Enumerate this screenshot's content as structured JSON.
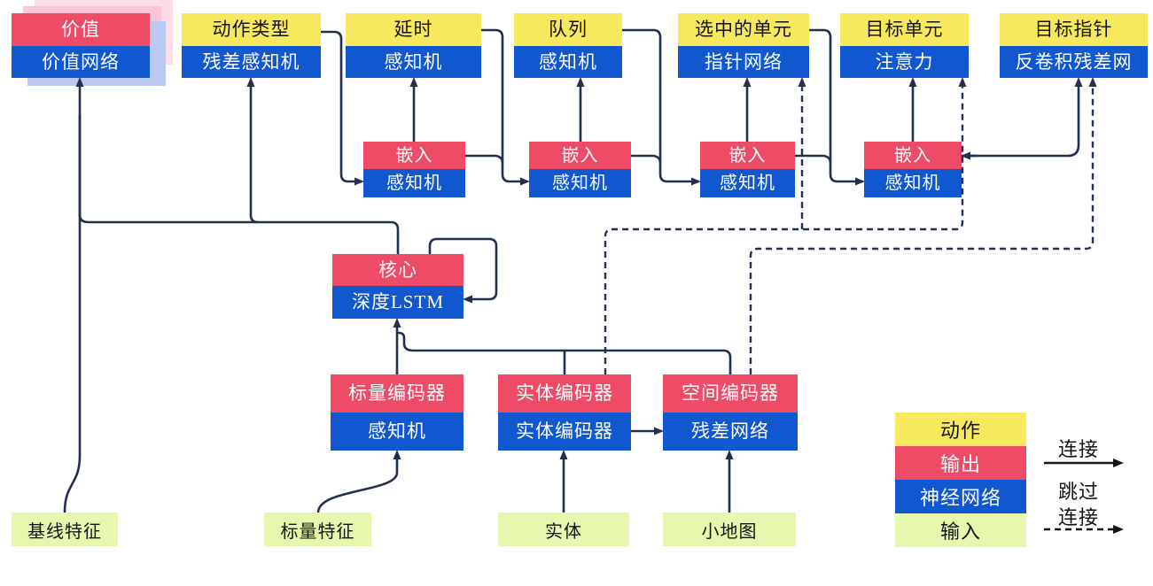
{
  "colors": {
    "action": "#f7e95e",
    "output": "#ee4b66",
    "network": "#1157cf",
    "input": "#e6f7ae",
    "line": "#22304f",
    "legend_line": "#161616",
    "shadow_pink_light": "#fbdce8",
    "shadow_pink": "#f8c6d6",
    "shadow_blue": "#b9c9f1"
  },
  "nodes": [
    {
      "id": "value",
      "top": "价值",
      "bottom": "价值网络",
      "top_type": "output",
      "bottom_type": "network",
      "stacked": true
    },
    {
      "id": "action-type",
      "top": "动作类型",
      "bottom": "残差感知机",
      "top_type": "action",
      "bottom_type": "network"
    },
    {
      "id": "delay",
      "top": "延时",
      "bottom": "感知机",
      "top_type": "action",
      "bottom_type": "network"
    },
    {
      "id": "queue",
      "top": "队列",
      "bottom": "感知机",
      "top_type": "action",
      "bottom_type": "network"
    },
    {
      "id": "selected-units",
      "top": "选中的单元",
      "bottom": "指针网络",
      "top_type": "action",
      "bottom_type": "network"
    },
    {
      "id": "target-unit",
      "top": "目标单元",
      "bottom": "注意力",
      "top_type": "action",
      "bottom_type": "network"
    },
    {
      "id": "target-point",
      "top": "目标指针",
      "bottom": "反卷积残差网",
      "top_type": "action",
      "bottom_type": "network"
    },
    {
      "id": "embed-1",
      "top": "嵌入",
      "bottom": "感知机",
      "top_type": "output",
      "bottom_type": "network"
    },
    {
      "id": "embed-2",
      "top": "嵌入",
      "bottom": "感知机",
      "top_type": "output",
      "bottom_type": "network"
    },
    {
      "id": "embed-3",
      "top": "嵌入",
      "bottom": "感知机",
      "top_type": "output",
      "bottom_type": "network"
    },
    {
      "id": "embed-4",
      "top": "嵌入",
      "bottom": "感知机",
      "top_type": "output",
      "bottom_type": "network"
    },
    {
      "id": "core",
      "top": "核心",
      "bottom": "深度LSTM",
      "top_type": "output",
      "bottom_type": "network"
    },
    {
      "id": "scalar-encoder",
      "top": "标量编码器",
      "bottom": "感知机",
      "top_type": "output",
      "bottom_type": "network"
    },
    {
      "id": "entity-encoder",
      "top": "实体编码器",
      "bottom": "实体编码器",
      "top_type": "output",
      "bottom_type": "network"
    },
    {
      "id": "spatial-encoder",
      "top": "空间编码器",
      "bottom": "残差网络",
      "top_type": "output",
      "bottom_type": "network"
    }
  ],
  "inputs": [
    {
      "id": "baseline-features",
      "label": "基线特征"
    },
    {
      "id": "scalar-features",
      "label": "标量特征"
    },
    {
      "id": "entities",
      "label": "实体"
    },
    {
      "id": "minimap",
      "label": "小地图"
    }
  ],
  "legend": {
    "swatches": [
      {
        "label": "动作",
        "type": "action"
      },
      {
        "label": "输出",
        "type": "output"
      },
      {
        "label": "神经网络",
        "type": "network"
      },
      {
        "label": "输入",
        "type": "input"
      }
    ],
    "solid_arrow_label": "连接",
    "dashed_arrow_label_line1": "跳过",
    "dashed_arrow_label_line2": "连接"
  }
}
